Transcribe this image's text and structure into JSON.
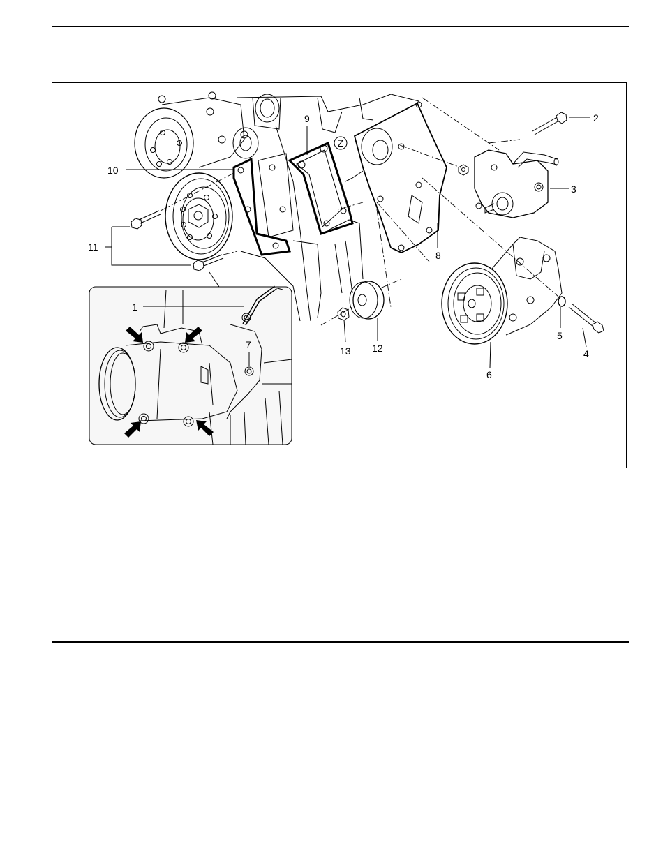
{
  "figure": {
    "callouts": {
      "c1": "1",
      "c2": "2",
      "c3": "3",
      "c4": "4",
      "c5": "5",
      "c6": "6",
      "c7": "7",
      "c8": "8",
      "c9": "9",
      "c10": "10",
      "c11": "11",
      "c12": "12",
      "c13": "13"
    },
    "z_marker": "Z"
  },
  "colors": {
    "line": "#000000",
    "background": "#ffffff",
    "inset_fill": "#f7f7f7"
  }
}
